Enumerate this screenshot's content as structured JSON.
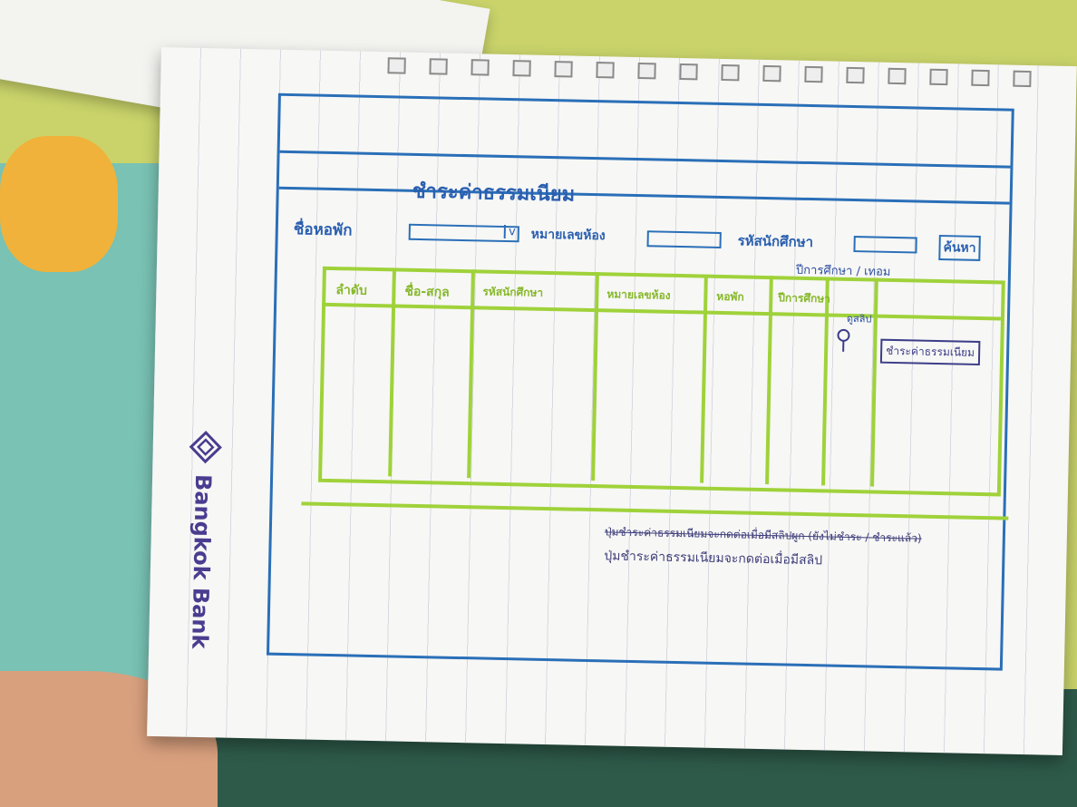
{
  "brand": {
    "name": "Bangkok Bank"
  },
  "sketch": {
    "title": "ชำระค่าธรรมเนียม",
    "filters": {
      "dorm_label": "ชื่อหอพัก",
      "dropdown_icon": "v",
      "room_label": "หมายเลขห้อง",
      "student_id_label": "รหัสนักศึกษา",
      "search_button": "ค้นหา"
    },
    "year_note": "ปีการศึกษา / เทอม",
    "table": {
      "headers": [
        "ลำดับ",
        "ชื่อ-สกุล",
        "รหัสนักศึกษา",
        "หมายเลขห้อง",
        "หอพัก",
        "ปีการศึกษา"
      ],
      "slip_note": "ดูสลิป",
      "slip_icon": "magnifier-icon",
      "pay_button": "ชำระค่าธรรมเนียม"
    },
    "footnotes": [
      {
        "text": "ปุ่มชำระค่าธรรมเนียมจะกดต่อเมื่อมีสลิปผูก (ยังไม่ชำระ / ชำระแล้ว)",
        "struck": true
      },
      {
        "text": "ปุ่มชำระค่าธรรมเนียมจะกดต่อเมื่อมีสลิป",
        "struck": false
      }
    ]
  },
  "colors": {
    "pen_blue": "#2a6fb8",
    "highlighter_green": "#9fd23a",
    "pen_purple": "#3d3d8a"
  }
}
